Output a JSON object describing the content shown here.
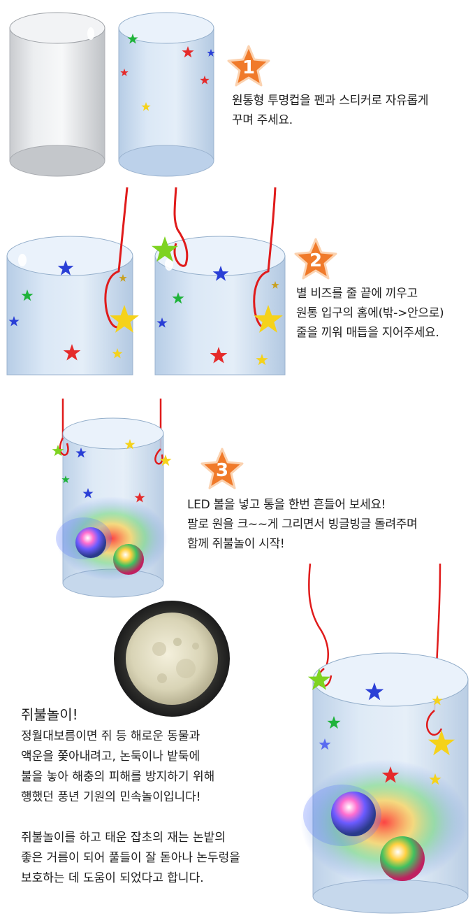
{
  "steps": [
    {
      "number": "1",
      "lines": [
        "원통형 투명컵을 펜과 스티커로 자유롭게",
        "꾸며 주세요."
      ]
    },
    {
      "number": "2",
      "lines": [
        "별 비즈를 줄 끝에 끼우고",
        "원통 입구의 홈에(밖->안으로)",
        "줄을 끼워 매듭을 지어주세요."
      ]
    },
    {
      "number": "3",
      "lines": [
        "LED 볼을 넣고 통을 한번 흔들어 보세요!",
        "팔로 원을 크~~게 그리면서 빙글빙글 돌려주며",
        "함께 쥐불놀이 시작!"
      ]
    }
  ],
  "info": {
    "title": "쥐불놀이!",
    "paragraph1": [
      "정월대보름이면 쥐 등 해로운 동물과",
      "액운을  쫓아내려고, 논둑이나 밭둑에",
      "불을 놓아 해충의 피해를 방지하기 위해",
      "행했던 풍년 기원의 민속놀이입니다!"
    ],
    "paragraph2": [
      "쥐불놀이를 하고 태운 잡초의 재는 논밭의",
      "좋은 거름이 되어 풀들이 잘 돋아나 논두렁을",
      "보호하는 데 도움이 되었다고 합니다."
    ]
  },
  "colors": {
    "badge_orange": "#f07a2a",
    "string_red": "#e01b1b",
    "cup_blue": "#cfe2f3",
    "star_yellow": "#f5d21a"
  }
}
